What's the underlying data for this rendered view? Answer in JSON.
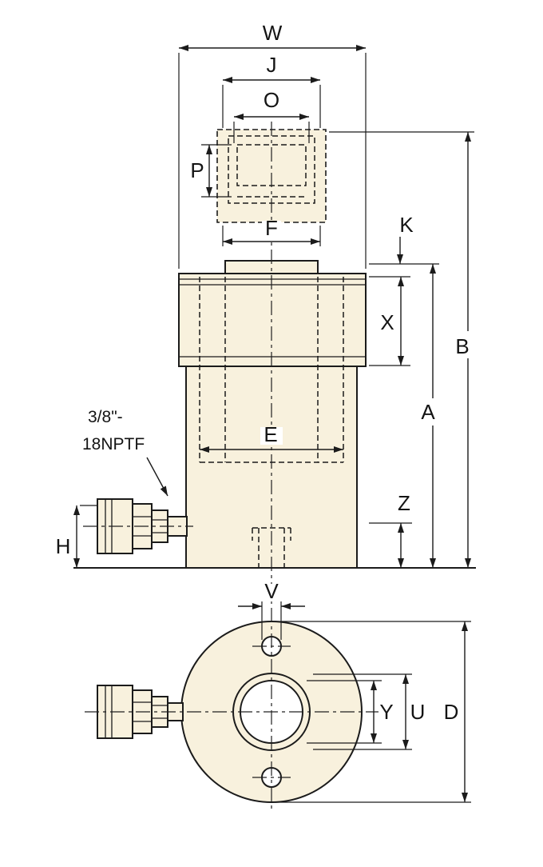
{
  "colors": {
    "component_fill": "#f8f1dd",
    "line": "#1b1b1b",
    "background": "#ffffff"
  },
  "labels": {
    "W": "W",
    "J": "J",
    "O": "O",
    "P": "P",
    "F": "F",
    "K": "K",
    "X": "X",
    "B": "B",
    "A": "A",
    "E": "E",
    "Z": "Z",
    "H": "H",
    "V": "V",
    "Y": "Y",
    "U": "U",
    "D": "D"
  },
  "port": {
    "line1": "3/8\"-",
    "line2": "18NPTF"
  }
}
